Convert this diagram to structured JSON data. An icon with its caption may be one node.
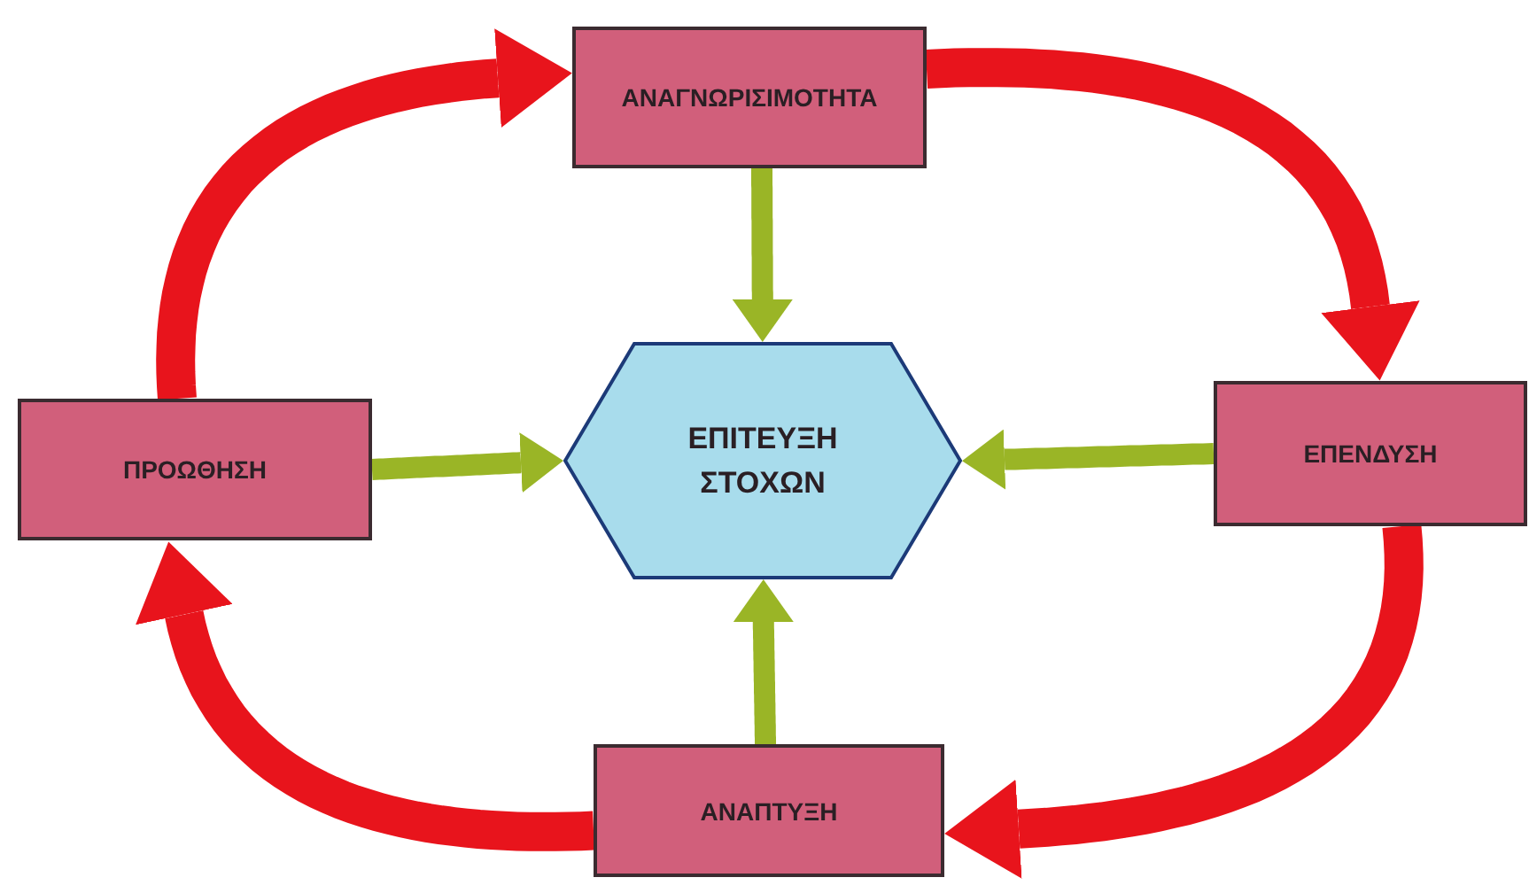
{
  "diagram": {
    "nodes": [
      {
        "text": [
          "ΑΝΑΓΝΩΡΙΣΙΜΟΤΗΤΑ"
        ]
      },
      {
        "text": [
          "ΠΡΟΩΘΗΣΗ"
        ]
      },
      {
        "text": [
          "ΕΠΙΤΕΥΞΗ ΣΤΟΧΩΝ"
        ]
      },
      {
        "text": [
          "ΕΠΕΝΔΥΣΗ"
        ]
      },
      {
        "text": [
          "ΑΝΑΠΤΥΞΗ"
        ]
      }
    ],
    "edges": [
      {
        "from": 0,
        "to": 2,
        "arrow": "to",
        "color": "#9ab526"
      },
      {
        "from": 1,
        "to": 2,
        "arrow": "to",
        "color": "#9ab526"
      },
      {
        "from": 3,
        "to": 2,
        "arrow": "to",
        "color": "#9ab526"
      },
      {
        "from": 4,
        "to": 2,
        "arrow": "to",
        "color": "#9ab526"
      },
      {
        "from": 0,
        "to": 3,
        "arrow": "to",
        "style": "thick",
        "color": "#e8141c"
      },
      {
        "from": 3,
        "to": 4,
        "arrow": "to",
        "style": "thick",
        "color": "#e8141c"
      },
      {
        "from": 4,
        "to": 1,
        "arrow": "to",
        "style": "thick",
        "color": "#e8141c"
      },
      {
        "from": 1,
        "to": 0,
        "arrow": "to",
        "style": "thick",
        "color": "#e8141c"
      }
    ]
  }
}
